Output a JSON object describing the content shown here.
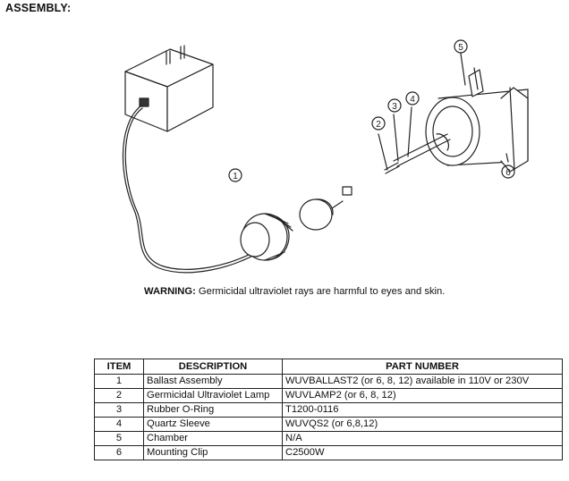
{
  "heading": "ASSEMBLY:",
  "diagram": {
    "callouts": [
      "1",
      "2",
      "3",
      "4",
      "5",
      "6"
    ]
  },
  "warning": {
    "label": "WARNING:",
    "text": " Germicidal ultraviolet rays are harmful to eyes and skin."
  },
  "table": {
    "headers": [
      "ITEM",
      "DESCRIPTION",
      "PART NUMBER"
    ],
    "rows": [
      {
        "item": "1",
        "description": "Ballast Assembly",
        "part": "WUVBALLAST2 (or 6, 8, 12) available in 110V or 230V"
      },
      {
        "item": "2",
        "description": "Germicidal Ultraviolet Lamp",
        "part": "WUVLAMP2 (or 6, 8, 12)"
      },
      {
        "item": "3",
        "description": "Rubber O-Ring",
        "part": "T1200-0116"
      },
      {
        "item": "4",
        "description": "Quartz Sleeve",
        "part": "WUVQS2 (or 6,8,12)"
      },
      {
        "item": "5",
        "description": "Chamber",
        "part": "N/A"
      },
      {
        "item": "6",
        "description": "Mounting Clip",
        "part": "C2500W"
      }
    ]
  }
}
